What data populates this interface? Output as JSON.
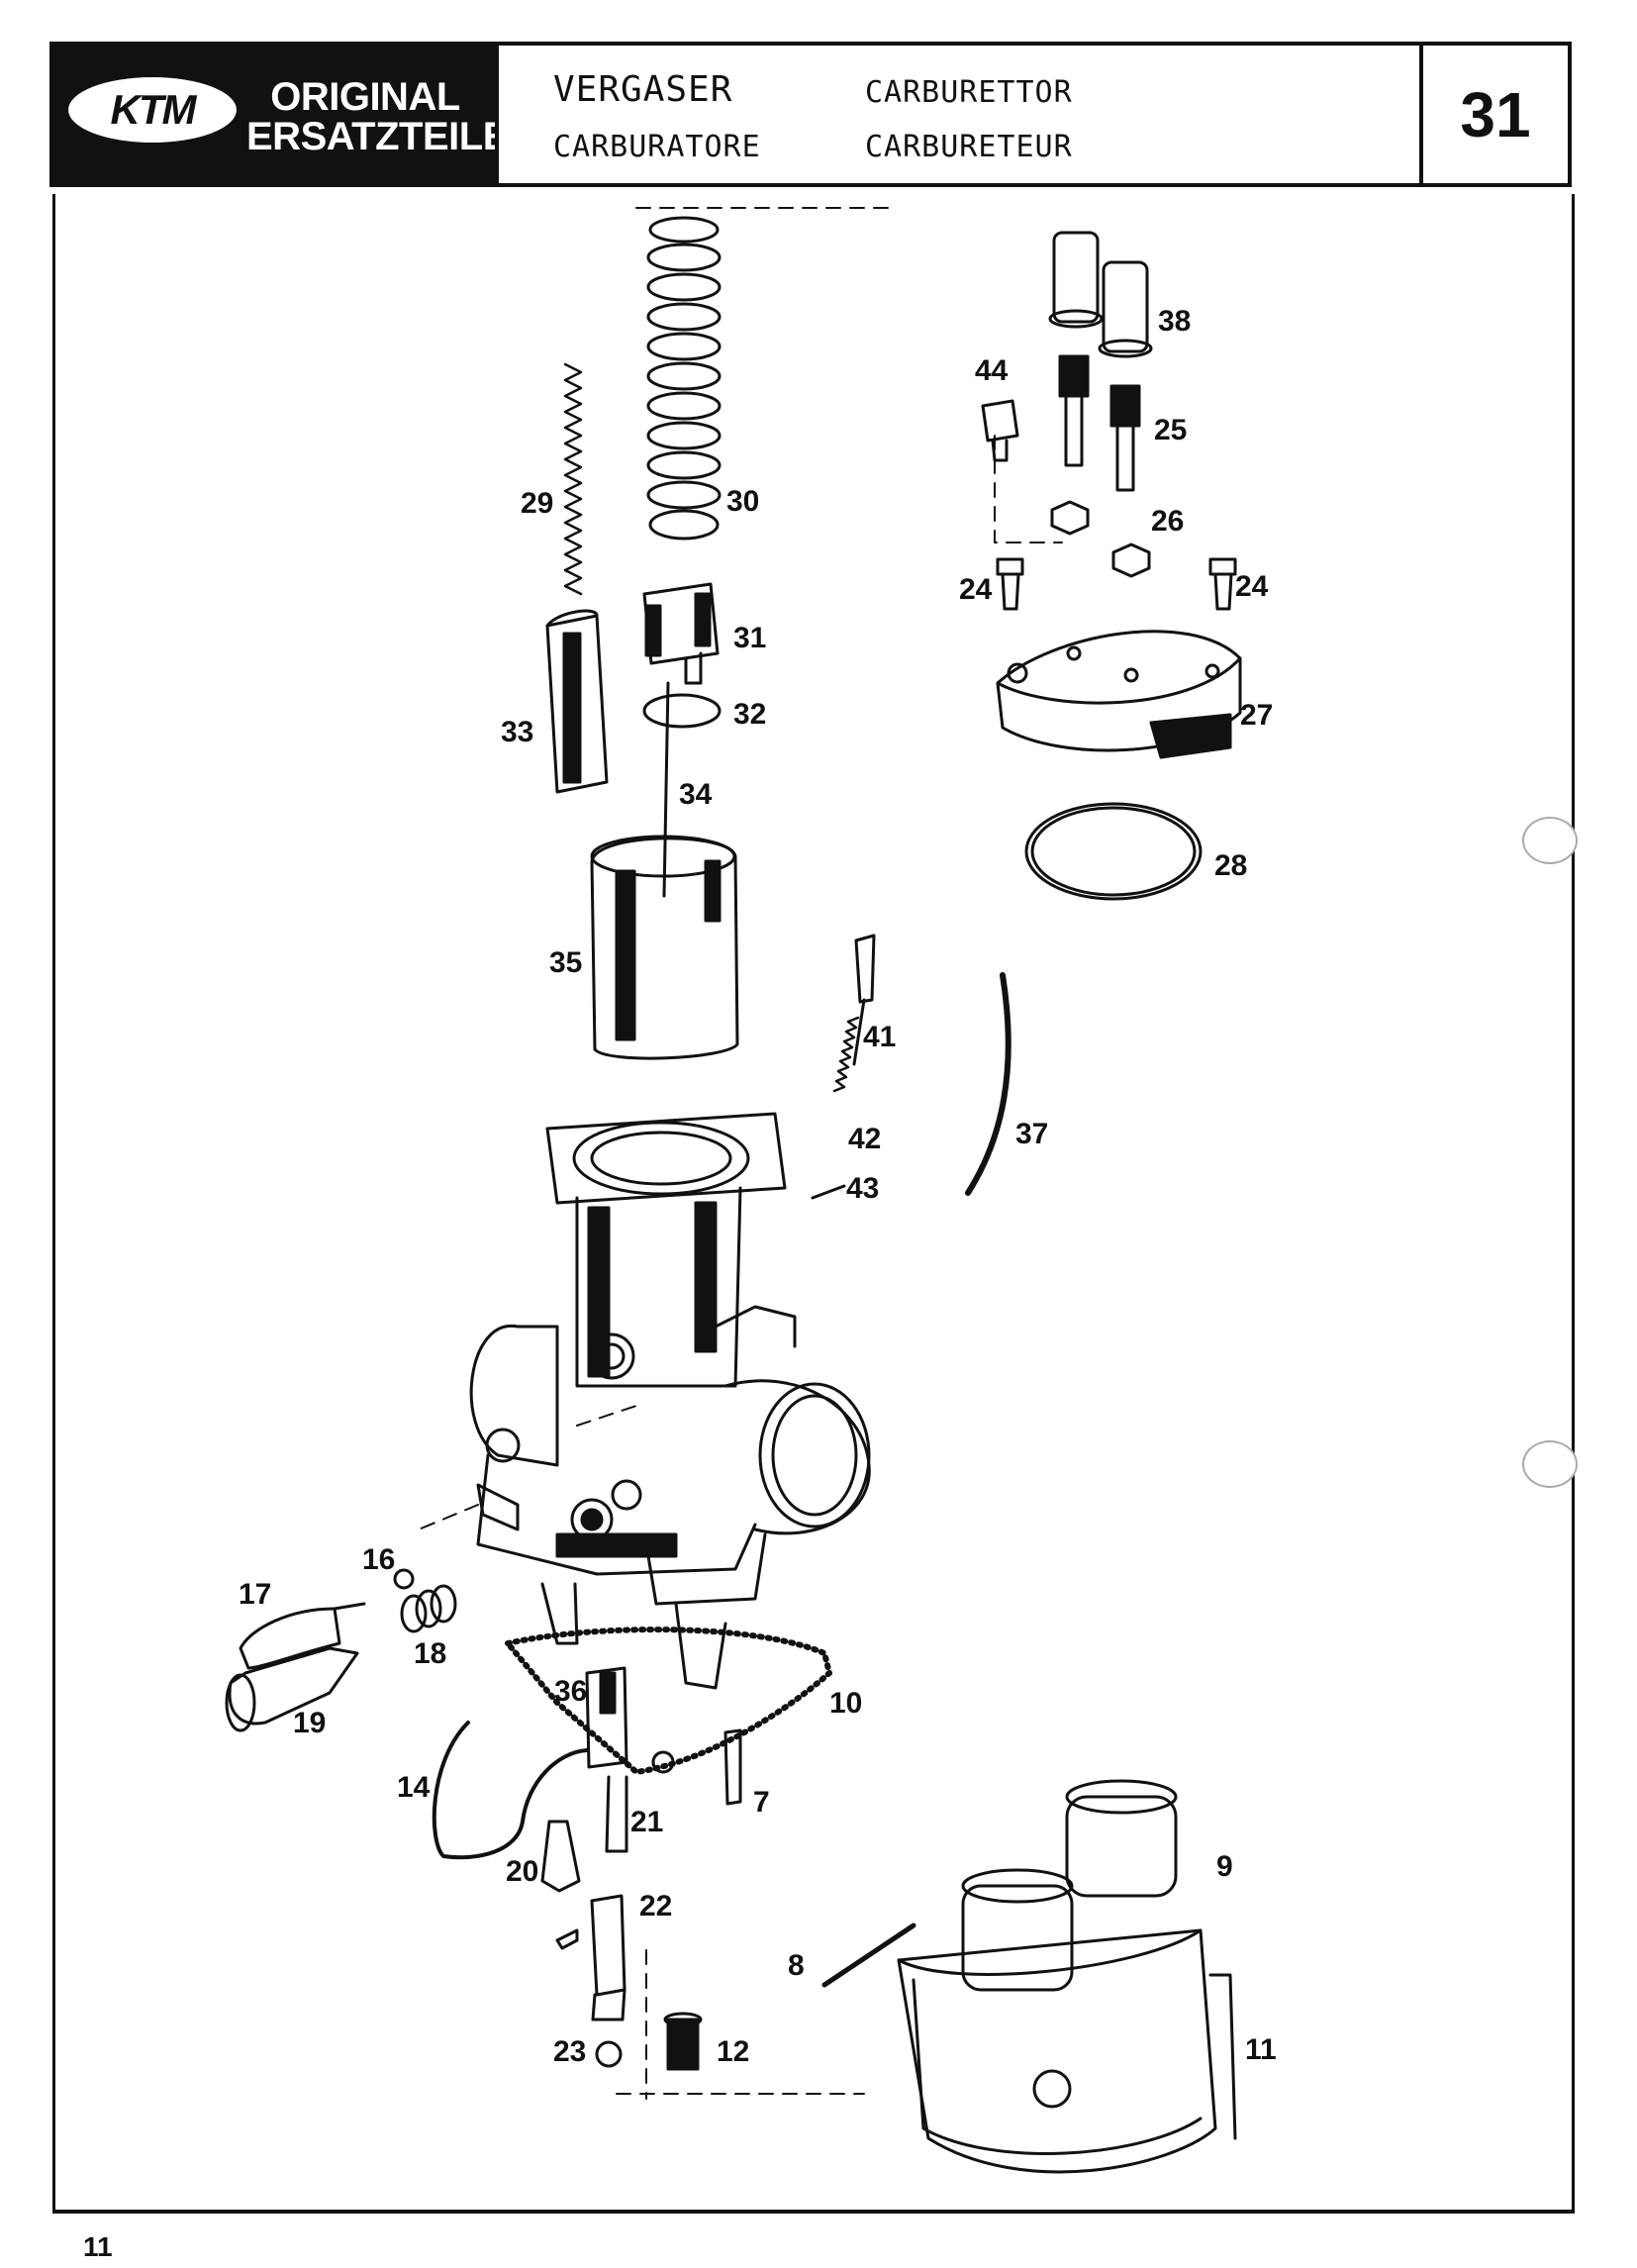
{
  "header": {
    "brand_line1": "ORIGINAL",
    "brand_line2": "ERSATZTEILE",
    "logo_text": "KTM",
    "title_de": "VERGASER",
    "title_en": "CARBURETTOR",
    "title_it": "CARBURATORE",
    "title_fr": "CARBURETEUR",
    "page_number": "31"
  },
  "callouts": [
    "7",
    "8",
    "9",
    "10",
    "11",
    "12",
    "14",
    "16",
    "17",
    "18",
    "19",
    "20",
    "21",
    "22",
    "23",
    "24",
    "24",
    "25",
    "26",
    "27",
    "28",
    "29",
    "30",
    "31",
    "32",
    "33",
    "34",
    "35",
    "36",
    "37",
    "38",
    "41",
    "42",
    "43",
    "44"
  ],
  "footer": {
    "number": "11"
  },
  "colors": {
    "ink": "#111111",
    "paper": "#ffffff"
  },
  "icons": {
    "logo": "ktm-logo-icon",
    "drawing": "carburettor-exploded-view-icon"
  }
}
